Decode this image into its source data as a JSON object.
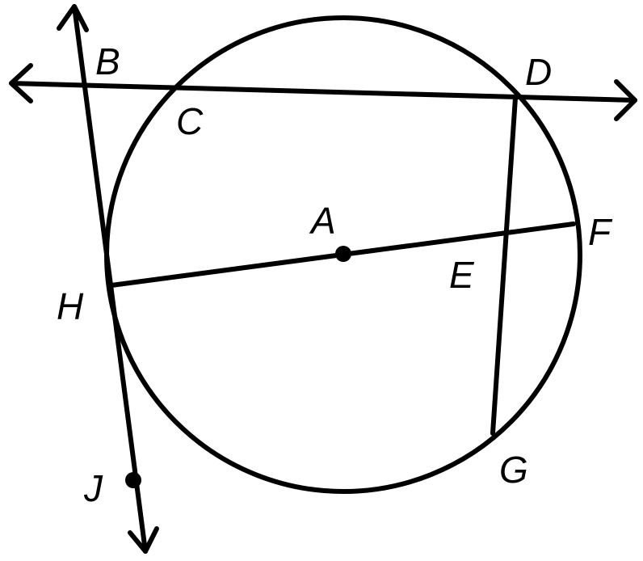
{
  "figure": {
    "labels": {
      "A": "A",
      "B": "B",
      "C": "C",
      "D": "D",
      "E": "E",
      "F": "F",
      "G": "G",
      "H": "H",
      "J": "J"
    },
    "elements": {
      "circle": "circle",
      "line_BD": "line",
      "line_JH": "line",
      "chord_DG": "segment",
      "diameter_HF": "segment"
    },
    "colors": {
      "stroke": "#000000",
      "background": "#ffffff"
    }
  }
}
